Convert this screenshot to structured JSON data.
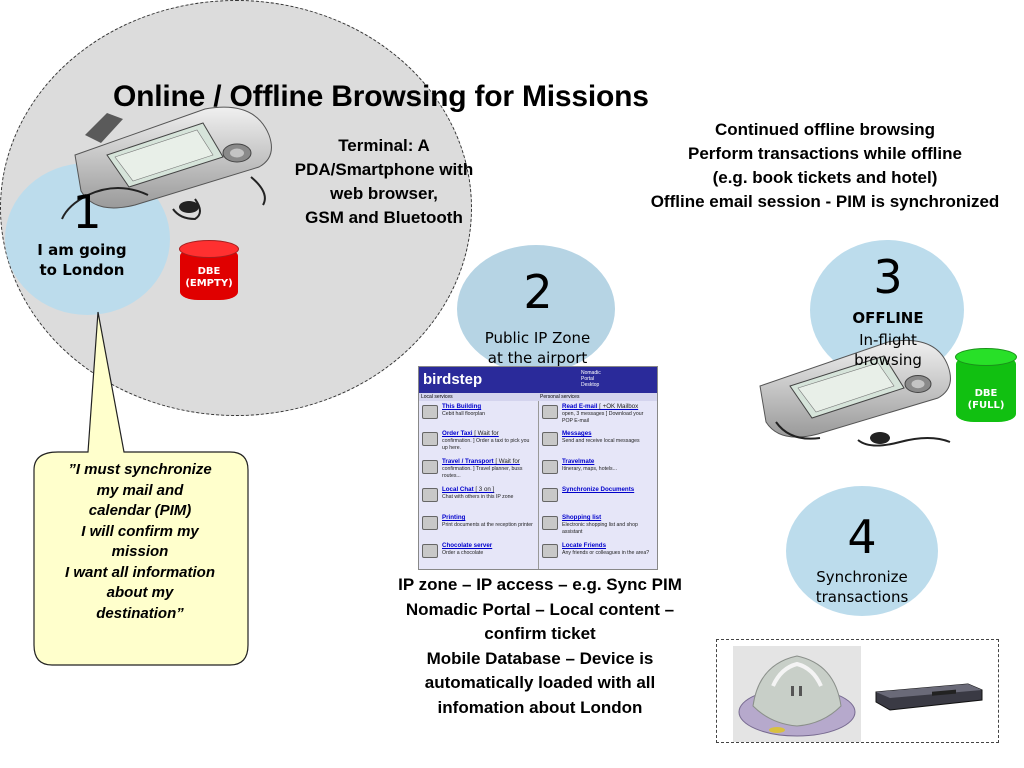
{
  "title": "Online / Offline Browsing for Missions",
  "terminal": {
    "lines": [
      "Terminal: A",
      "PDA/Smartphone with",
      "web browser,",
      "GSM and Bluetooth"
    ]
  },
  "continued": {
    "lines": [
      "Continued offline browsing",
      "Perform transactions while offline",
      "(e.g. book tickets and hotel)",
      "Offline email session - PIM is synchronized"
    ]
  },
  "steps": [
    {
      "number": "1",
      "label_lines": [
        "I am going",
        "to London"
      ]
    },
    {
      "number": "2",
      "label_lines": [
        "Public IP Zone",
        "at the airport"
      ]
    },
    {
      "number": "3",
      "title": "OFFLINE",
      "label_lines": [
        "In-flight",
        "browsing"
      ]
    },
    {
      "number": "4",
      "label_lines": [
        "Synchronize",
        "transactions"
      ]
    }
  ],
  "databases": {
    "empty": {
      "lines": [
        "DBE",
        "(EMPTY)"
      ],
      "color": "#e00000"
    },
    "full": {
      "lines": [
        "DBE",
        "(FULL)"
      ],
      "color": "#11c011"
    }
  },
  "callout": {
    "lines": [
      "”I must synchronize",
      "my mail and",
      "calendar (PIM)",
      "I will confirm my",
      "mission",
      "I want all information",
      "about my",
      "destination”"
    ]
  },
  "zone_text": {
    "lines": [
      "IP zone – IP access – e.g. Sync PIM",
      "Nomadic Portal – Local content –",
      "confirm ticket",
      "Mobile Database – Device is",
      "automatically loaded with all",
      "infomation about London"
    ]
  },
  "portal": {
    "logo": "birdstep",
    "subtitle_lines": [
      "Nomadic",
      "Portal",
      "Desktop"
    ],
    "left_header": "Local services",
    "right_header": "Personal services",
    "left_items": [
      {
        "link": "This Building",
        "desc": "Cebit hall floorplan"
      },
      {
        "link": "Order Taxi",
        "extra": " [ Wait for",
        "desc": "confirmation. ] Order a taxi to pick you up here."
      },
      {
        "link": "Travel / Transport",
        "extra": " [ Wait for",
        "desc": "confirmation. ] Travel planner, buss routes..."
      },
      {
        "link": "Local Chat",
        "extra": " [ 3 on ]",
        "desc": "Chat with others in this IP zone"
      },
      {
        "link": "Printing",
        "desc": "Print documents at the reception printer"
      },
      {
        "link": "Chocolate server",
        "desc": "Order a chocolate"
      }
    ],
    "right_items": [
      {
        "link": "Read E-mail",
        "extra": " [ +OK Mailbox",
        "desc": "open, 3 messages ] Download your POP E-mail"
      },
      {
        "link": "Messages",
        "desc": "Send and receive local messages"
      },
      {
        "link": "Travelmate",
        "desc": "Itinerary, maps, hotels..."
      },
      {
        "link": "Synchronize Documents",
        "desc": ""
      },
      {
        "link": "Shopping list",
        "desc": "Electronic shopping list and shop assistant"
      },
      {
        "link": "Locate Friends",
        "desc": "Any friends or colleagues in the area?"
      }
    ]
  },
  "colors": {
    "bubble": "#bcdcec",
    "zone": "#dcdcdc",
    "callout": "#ffffcc",
    "portal_header": "#2a2a9a"
  }
}
